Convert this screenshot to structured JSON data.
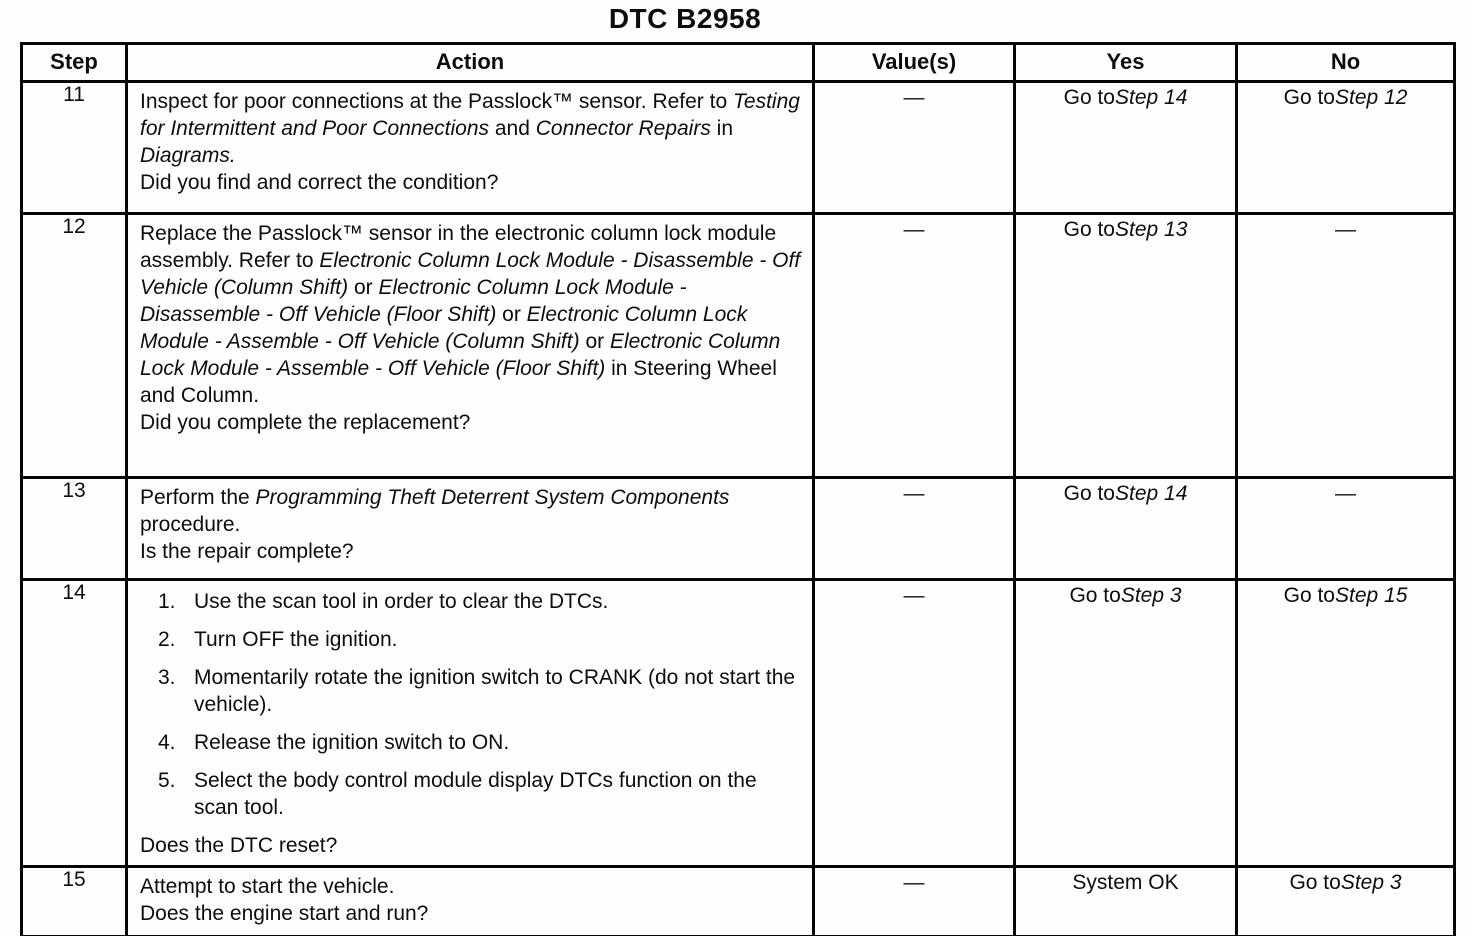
{
  "page_title": "DTC B2958",
  "table": {
    "headers": {
      "step": "Step",
      "action": "Action",
      "values": "Value(s)",
      "yes": "Yes",
      "no": "No"
    },
    "rows": [
      {
        "step": "11",
        "action": [
          {
            "t": "Inspect for poor connections at the Passlock™ sensor. Refer to "
          },
          {
            "t": "Testing for Intermittent and Poor Connections"
          },
          {
            "t": " and "
          },
          {
            "t": "Connector Repairs"
          },
          {
            "t": " in "
          },
          {
            "t": "Diagrams."
          }
        ],
        "question": "Did you find and correct the condition?",
        "value": "—",
        "yes": {
          "pre": "Go to ",
          "step": "Step 14"
        },
        "no": {
          "pre": "Go to ",
          "step": "Step 12"
        }
      },
      {
        "step": "12",
        "action": [
          {
            "t": "Replace the Passlock™ sensor in the electronic column lock module assembly. Refer to "
          },
          {
            "t": "Electronic Column Lock Module - Disassemble - Off Vehicle (Column Shift)"
          },
          {
            "t": " or "
          },
          {
            "t": "Electronic Column Lock Module - Disassemble - Off Vehicle (Floor Shift)"
          },
          {
            "t": " or "
          },
          {
            "t": "Electronic Column Lock Module - Assemble - Off Vehicle (Column Shift)"
          },
          {
            "t": " or "
          },
          {
            "t": "Electronic Column Lock Module - Assemble - Off Vehicle (Floor Shift)"
          },
          {
            "t": " in Steering Wheel and Column."
          }
        ],
        "question": "Did you complete the replacement?",
        "value": "—",
        "yes": {
          "pre": "Go to ",
          "step": "Step 13"
        },
        "no": {
          "text": "—"
        }
      },
      {
        "step": "13",
        "action": [
          {
            "t": "Perform the "
          },
          {
            "t": "Programming Theft Deterrent System Components"
          },
          {
            "t": " procedure."
          }
        ],
        "question": "Is the repair complete?",
        "value": "—",
        "yes": {
          "pre": "Go to ",
          "step": "Step 14"
        },
        "no": {
          "text": "—"
        }
      },
      {
        "step": "14",
        "list": [
          {
            "n": "1.",
            "t": "Use the scan tool in order to clear the DTCs."
          },
          {
            "n": "2.",
            "t": "Turn OFF the ignition."
          },
          {
            "n": "3.",
            "t": "Momentarily rotate the ignition switch to CRANK (do not start the vehicle)."
          },
          {
            "n": "4.",
            "t": "Release the ignition switch to ON."
          },
          {
            "n": "5.",
            "t": "Select the body control module display DTCs function on the scan tool."
          }
        ],
        "question": "Does the DTC reset?",
        "value": "—",
        "yes": {
          "pre": "Go to ",
          "step": "Step 3"
        },
        "no": {
          "pre": "Go to ",
          "step": "Step 15"
        }
      },
      {
        "step": "15",
        "action": [
          {
            "t": "Attempt to start the vehicle."
          }
        ],
        "question": "Does the engine start and run?",
        "value": "—",
        "yes": {
          "text": "System OK"
        },
        "no": {
          "pre": "Go to ",
          "step": "Step 3"
        }
      }
    ]
  }
}
